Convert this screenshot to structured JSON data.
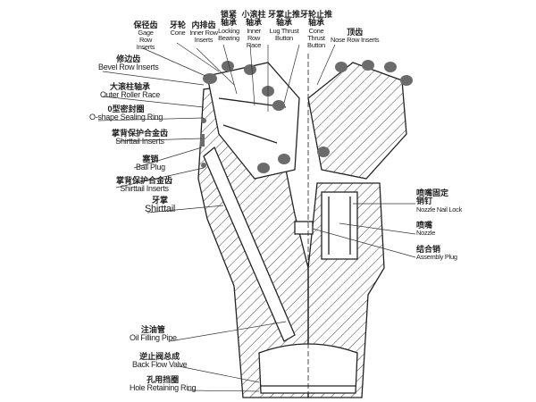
{
  "labels": {
    "gage_row": {
      "zh": "保径齿",
      "en": "Gage Row Inserts"
    },
    "cone": {
      "zh": "牙轮",
      "en": "Cone"
    },
    "inner_row": {
      "zh": "内排齿",
      "en": "Inner Row Inserts"
    },
    "locking_bearing": {
      "zh": "锁紧轴承",
      "en": "Locking Bearing"
    },
    "inner_race": {
      "zh": "小滚柱轴承",
      "en": "Inner Row Race"
    },
    "lug_thrust": {
      "zh": "牙掌止推轴承",
      "en": "Lug Thrust Button"
    },
    "cone_thrust": {
      "zh": "牙轮止推轴承",
      "en": "Cone Thrust Button"
    },
    "nose_row": {
      "zh": "顶齿",
      "en": "Nose Row Inserts"
    },
    "bevel_row": {
      "zh": "修边齿",
      "en": "Bevel Row Inserts"
    },
    "outer_race": {
      "zh": "大滚柱轴承",
      "en": "Outer Roller Race"
    },
    "o_ring": {
      "zh": "0型密封圈",
      "en": "O-shape Sealing Ring"
    },
    "shirttail_inserts_1": {
      "zh": "掌背保护合金齿",
      "en": "Shirttail Inserts"
    },
    "ball_plug": {
      "zh": "塞销",
      "en": "Ball Plug"
    },
    "shirttail_inserts_2": {
      "zh": "掌背保护合金齿",
      "en": "Shirttail Inserts"
    },
    "shirttail": {
      "zh": "牙掌",
      "en": "Shirttail"
    },
    "nozzle_lock": {
      "zh": "喷嘴固定销钉",
      "en": "Nozzle Nail Lock"
    },
    "nozzle": {
      "zh": "喷嘴",
      "en": "Nozzle"
    },
    "assembly_plug": {
      "zh": "结合销",
      "en": "Assembly Plug"
    },
    "oil_pipe": {
      "zh": "注油管",
      "en": "Oil Filling Pipe"
    },
    "back_flow": {
      "zh": "逆止阀总成",
      "en": "Back Flow Valve"
    },
    "retaining_ring": {
      "zh": "孔用挡圈",
      "en": "Hole Retaining Ring"
    }
  }
}
